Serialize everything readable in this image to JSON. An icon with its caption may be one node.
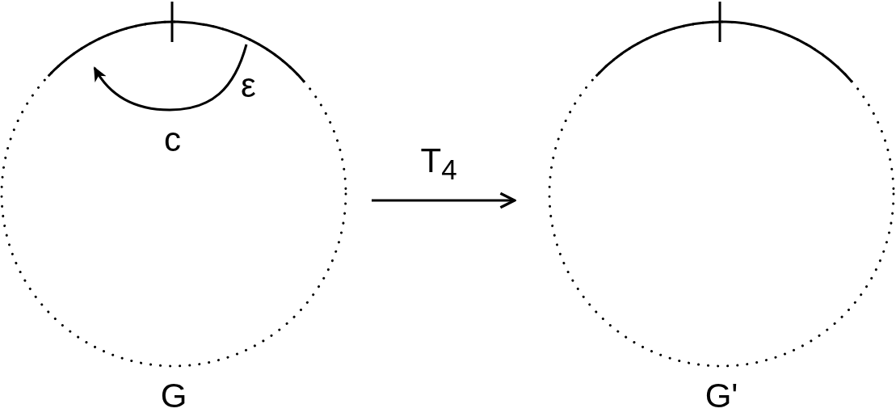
{
  "diagram": {
    "nodes": [
      {
        "text": [],
        "shape": "circle",
        "beside": [
          "G"
        ]
      },
      {
        "text": [],
        "shape": "circle",
        "beside": [
          "G'"
        ]
      }
    ],
    "edges": [
      {
        "from": 0,
        "to": 1,
        "arrow": "to",
        "label": "T$_{4}$"
      }
    ],
    "labels": [
      "c",
      "ε"
    ]
  }
}
